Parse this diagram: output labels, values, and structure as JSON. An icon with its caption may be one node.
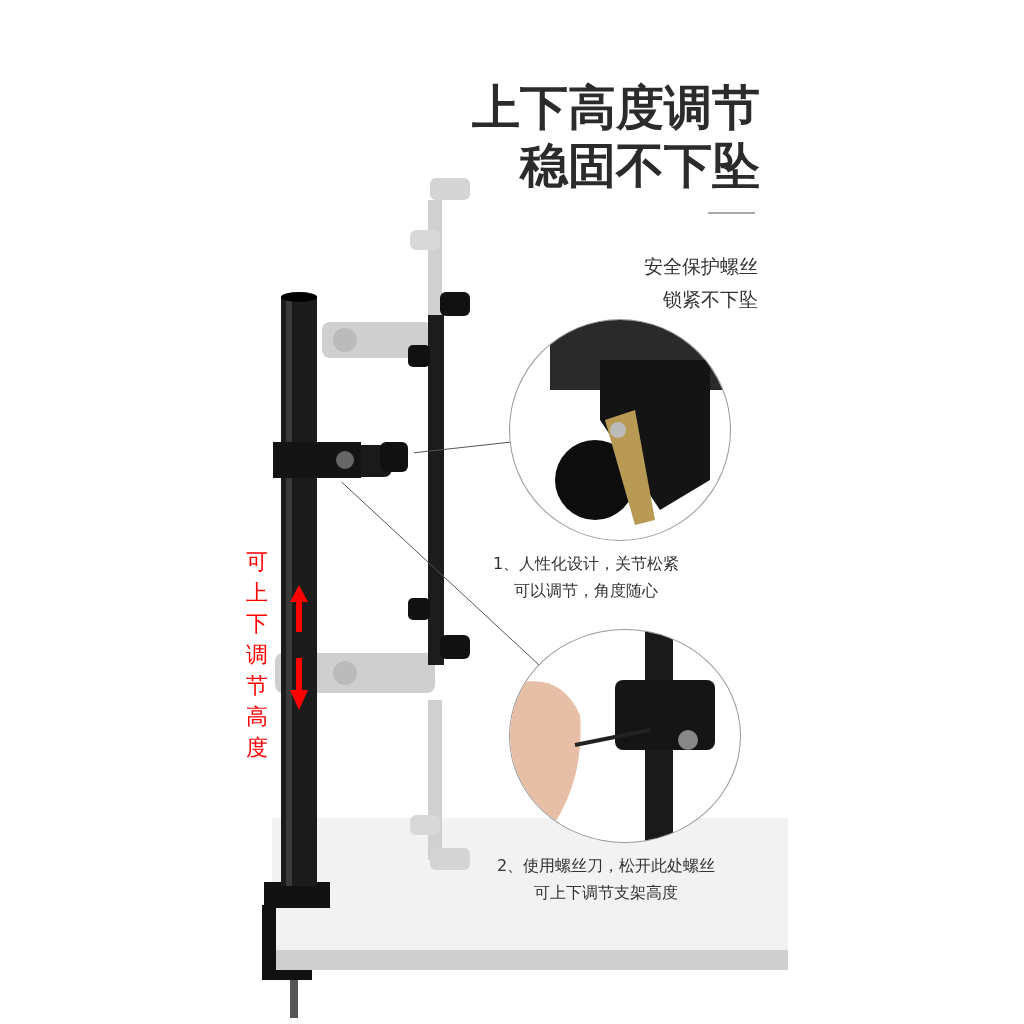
{
  "diagram": {
    "title": "上下高度调节稳固不下坠",
    "nodes": [
      {
        "text": [],
        "shape": "picture",
        "beside": [
          "1、人性化设计，关节松紧可以调节，角度随心"
        ]
      },
      {
        "text": [],
        "shape": "picture",
        "beside": [
          "2、使用螺丝刀，松开此处螺丝可上下调节支架高度"
        ]
      },
      {
        "text": [],
        "shape": "picture"
      },
      {
        "text": [],
        "shape": "box"
      }
    ],
    "edges": [
      {
        "from": 3,
        "to": 0,
        "arrow": "none"
      },
      {
        "from": 2,
        "to": 1,
        "arrow": "none"
      }
    ],
    "labels": [
      "安全保护螺丝锁紧不下坠",
      "可上下调节高度"
    ]
  }
}
